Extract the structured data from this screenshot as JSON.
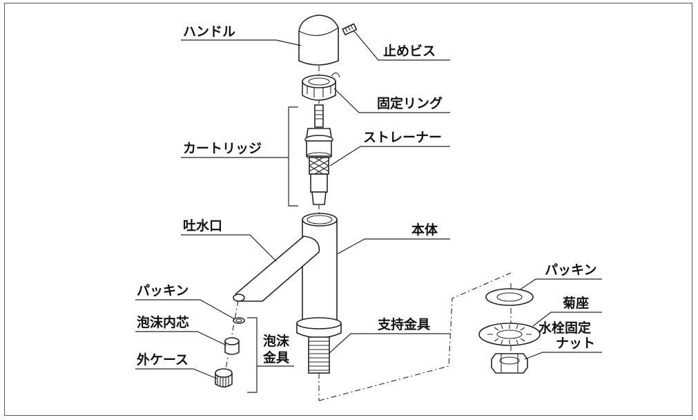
{
  "labels": {
    "handle": "ハンドル",
    "set_screw": "止めビス",
    "fixing_ring": "固定リング",
    "cartridge": "カートリッジ",
    "strainer": "ストレーナー",
    "spout": "吐水口",
    "body": "本体",
    "packing_left": "パッキン",
    "aerator_core": "泡沫内芯",
    "outer_case": "外ケース",
    "aerator_fitting_line1": "泡沫",
    "aerator_fitting_line2": "金具",
    "support_fitting": "支持金具",
    "packing_right": "パッキン",
    "kikuza": "菊座",
    "nut_line1": "水栓固定",
    "nut_line2": "ナット"
  }
}
